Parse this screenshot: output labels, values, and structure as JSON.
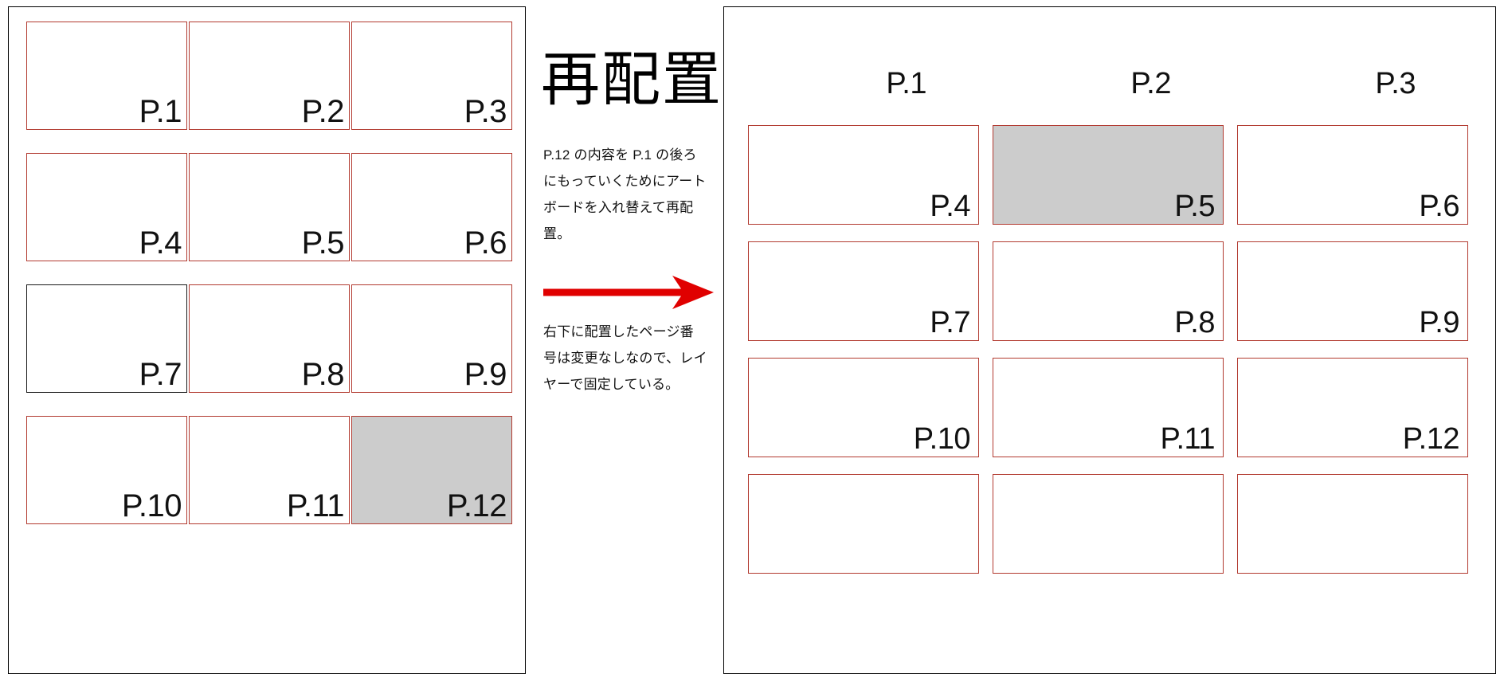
{
  "diagram": {
    "title": "再配置",
    "notes": {
      "top": "P.12 の内容を P.1 の後ろにもっていくためにアートボードを入れ替えて再配置。",
      "bottom": "右下に配置したページ番号は変更なしなので、レイヤーで固定している。"
    },
    "arrow": {
      "name": "right-arrow",
      "color": "#e00000",
      "direction": "right"
    },
    "colors": {
      "artboard_border": "#b23a30",
      "artboard_selected_border": "#1a1a1a",
      "artboard_fill_highlight": "#cccccc",
      "panel_border": "#000000",
      "background": "#ffffff",
      "text": "#111111"
    }
  },
  "before_panel": {
    "name": "before-layout",
    "columns": 3,
    "rows": 4,
    "artboards": [
      {
        "label": "P.1",
        "state": "normal"
      },
      {
        "label": "P.2",
        "state": "normal"
      },
      {
        "label": "P.3",
        "state": "normal"
      },
      {
        "label": "P.4",
        "state": "normal"
      },
      {
        "label": "P.5",
        "state": "normal"
      },
      {
        "label": "P.6",
        "state": "normal"
      },
      {
        "label": "P.7",
        "state": "selected"
      },
      {
        "label": "P.8",
        "state": "normal"
      },
      {
        "label": "P.9",
        "state": "normal"
      },
      {
        "label": "P.10",
        "state": "normal"
      },
      {
        "label": "P.11",
        "state": "normal"
      },
      {
        "label": "P.12",
        "state": "filled"
      }
    ]
  },
  "after_panel": {
    "name": "after-layout",
    "columns": 3,
    "rows": 4,
    "floating_labels": [
      {
        "label": "P.1"
      },
      {
        "label": "P.2"
      },
      {
        "label": "P.3"
      }
    ],
    "artboards": [
      {
        "label": "P.4",
        "state": "normal"
      },
      {
        "label": "P.5",
        "state": "filled"
      },
      {
        "label": "P.6",
        "state": "normal"
      },
      {
        "label": "P.7",
        "state": "normal"
      },
      {
        "label": "P.8",
        "state": "normal"
      },
      {
        "label": "P.9",
        "state": "normal"
      },
      {
        "label": "P.10",
        "state": "normal"
      },
      {
        "label": "P.11",
        "state": "normal"
      },
      {
        "label": "P.12",
        "state": "normal"
      },
      {
        "label": "",
        "state": "blank"
      },
      {
        "label": "",
        "state": "blank"
      },
      {
        "label": "",
        "state": "blank"
      }
    ]
  }
}
